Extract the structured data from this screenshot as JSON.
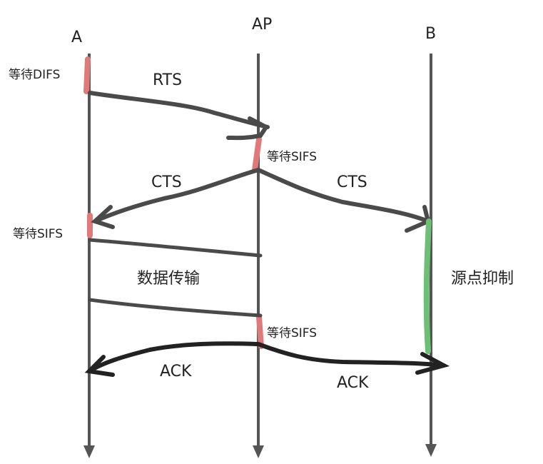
{
  "nodes": [
    {
      "id": "A",
      "label": "A"
    },
    {
      "id": "AP",
      "label": "AP"
    },
    {
      "id": "B",
      "label": "B"
    }
  ],
  "messages": {
    "rts": "RTS",
    "cts_to_a": "CTS",
    "cts_to_b": "CTS",
    "data": "数据传输",
    "ack_to_a": "ACK",
    "ack_to_b": "ACK"
  },
  "waits": {
    "a_difs": "等待DIFS",
    "ap_sifs_1": "等待SIFS",
    "a_sifs": "等待SIFS",
    "ap_sifs_2": "等待SIFS"
  },
  "b_state": "源点抑制",
  "colors": {
    "lifeline": "#555555",
    "wait": "#e07a7a",
    "suppress": "#6cbf74",
    "ack": "#222222"
  }
}
